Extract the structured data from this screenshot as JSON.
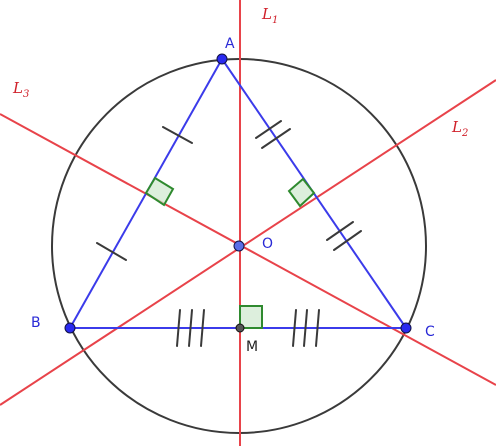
{
  "points": {
    "A": {
      "label": "A"
    },
    "B": {
      "label": "B"
    },
    "C": {
      "label": "C"
    },
    "O": {
      "label": "O"
    },
    "M": {
      "label": "M"
    }
  },
  "lines": {
    "L1": {
      "letter": "L",
      "sub": "1"
    },
    "L2": {
      "letter": "L",
      "sub": "2"
    },
    "L3": {
      "letter": "L",
      "sub": "3"
    }
  },
  "colors": {
    "line_red": "#e8434a",
    "triangle_blue": "#3b3bea",
    "circle_dark": "#3a3a3a",
    "label_red": "#d0202a",
    "label_blue": "#2a2ad6",
    "right_angle_green": "#2f8a2f",
    "right_angle_fill": "#cfe8cf"
  }
}
